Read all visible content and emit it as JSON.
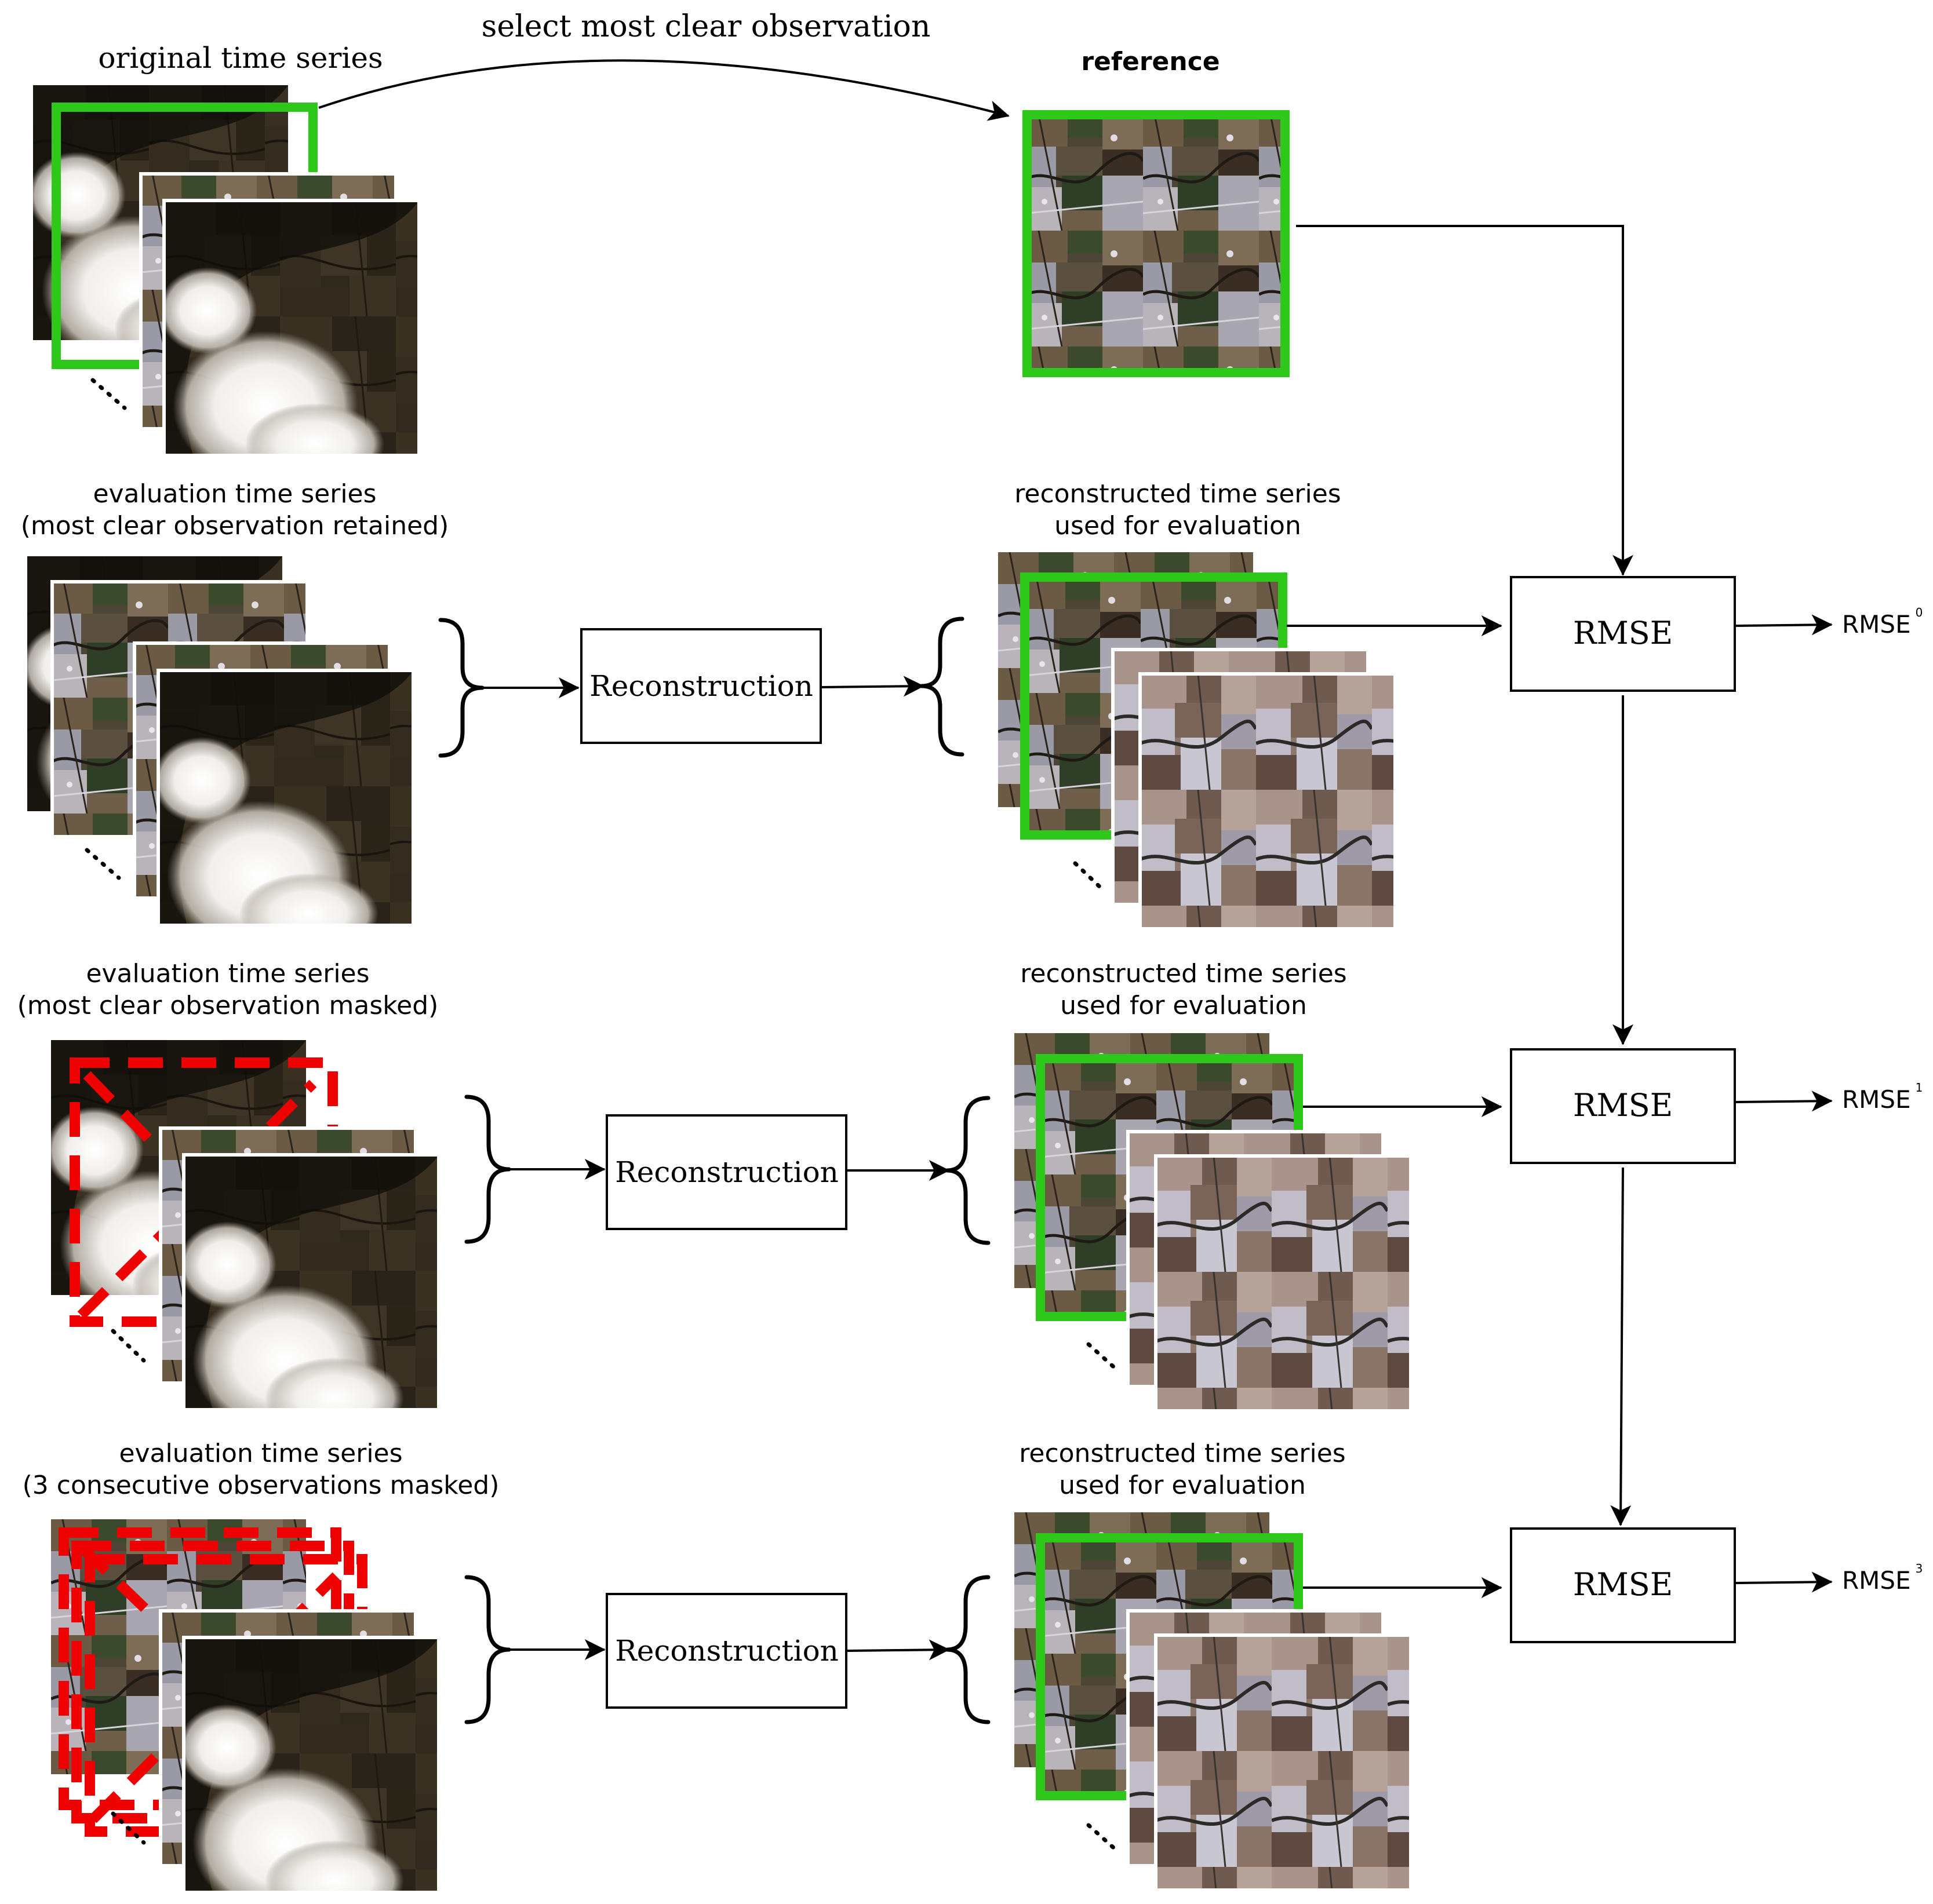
{
  "header": {
    "original_label": "original time series",
    "select_label": "select most clear observation",
    "reference_label": "reference"
  },
  "rows": [
    {
      "eval_line1": "evaluation time series",
      "eval_line2": "(most clear observation retained)",
      "recon_line1": "reconstructed time series",
      "recon_line2": "used for evaluation"
    },
    {
      "eval_line1": "evaluation time series",
      "eval_line2": "(most clear observation masked)",
      "recon_line1": "reconstructed time series",
      "recon_line2": "used for evaluation"
    },
    {
      "eval_line1": "evaluation time series",
      "eval_line2": "(3 consecutive observations masked)",
      "recon_line1": "reconstructed time series",
      "recon_line2": "used for evaluation"
    }
  ],
  "reconstruction_label": "Reconstruction",
  "rmse_box_label": "RMSE",
  "outputs": [
    {
      "base": "RMSE",
      "sup": "0"
    },
    {
      "base": "RMSE",
      "sup": "1"
    },
    {
      "base": "RMSE",
      "sup": "3"
    }
  ],
  "colors": {
    "selected_frame": "#2ec81a",
    "masked_frame": "#ee0000",
    "connector": "#000000"
  },
  "image_content": "satellite-image-tile"
}
